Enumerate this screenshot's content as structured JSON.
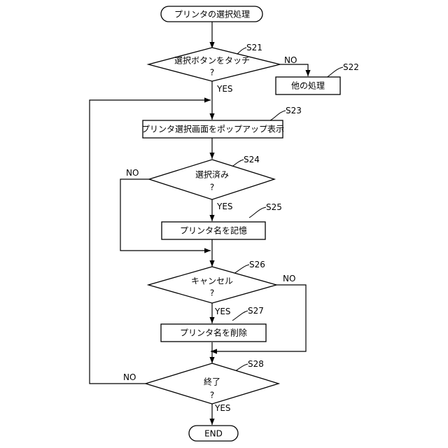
{
  "flowchart": {
    "start_label": "プリンタの選択処理",
    "end_label": "END",
    "question_mark": "?",
    "s21": {
      "step": "S21",
      "label": "選択ボタンをタッチ"
    },
    "s22": {
      "step": "S22",
      "label": "他の処理"
    },
    "s23": {
      "step": "S23",
      "label": "プリンタ選択画面をポップアップ表示"
    },
    "s24": {
      "step": "S24",
      "label": "選択済み"
    },
    "s25": {
      "step": "S25",
      "label": "プリンタ名を記憶"
    },
    "s26": {
      "step": "S26",
      "label": "キャンセル"
    },
    "s27": {
      "step": "S27",
      "label": "プリンタ名を削除"
    },
    "s28": {
      "step": "S28",
      "label": "終了"
    },
    "branch_labels": {
      "yes": "YES",
      "no": "NO"
    }
  }
}
